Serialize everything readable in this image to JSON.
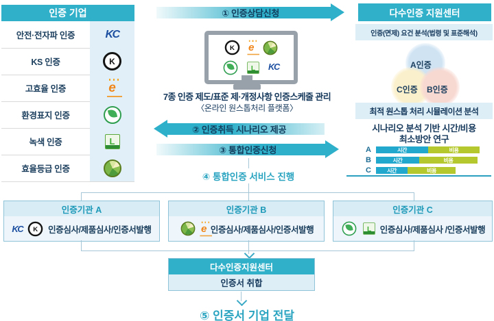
{
  "left_panel": {
    "title": "인증 기업",
    "rows": [
      {
        "label": "안전·전자파 인증",
        "icon": "kc-cert-icon"
      },
      {
        "label": "KS 인증",
        "icon": "ks-cert-icon"
      },
      {
        "label": "고효율 인증",
        "icon": "high-efficiency-cert-icon"
      },
      {
        "label": "환경표지 인증",
        "icon": "eco-label-cert-icon"
      },
      {
        "label": "녹색 인증",
        "icon": "green-cert-icon"
      },
      {
        "label": "효율등급 인증",
        "icon": "efficiency-grade-cert-icon"
      }
    ]
  },
  "center": {
    "arrow1_label": "① 인증상담신청",
    "monitor_caption_line1": "7종 인증 제도/표준 제·개정사항 인증스케줄 관리",
    "monitor_caption_line2": "〈온라인 원스톱처리 플랫폼〉",
    "arrow2_label": "② 인증취득 시나리오 제공",
    "arrow3_label": "③ 통합인증신청",
    "step4_label": "④ 통합인증 서비스 진행",
    "step5_label": "⑤ 인증서 기업 전달"
  },
  "right_panel": {
    "title": "다수인증 지원센터",
    "analysis_band1": "인증(면제) 요건 분석(법령 및 표준해석)",
    "venn": {
      "top": "A인증",
      "bottom_left": "C인증",
      "bottom_right": "B인증"
    },
    "analysis_band2": "최적 원스톱 처리 시뮬레이션 분석",
    "study_line1": "시나리오 분석 기반 시간/비용",
    "study_line2": "최소방안 연구"
  },
  "agencies": [
    {
      "title": "인증기관 A",
      "desc": "인증심사/제품심사/인증서발행"
    },
    {
      "title": "인증기관 B",
      "desc": "인증심사/제품심사/인증서발행"
    },
    {
      "title": "인증기관 C",
      "desc": "인증심사/제품심사 /인증서발행"
    }
  ],
  "collector": {
    "title": "다수인증지원센터",
    "body": "인증서 취합"
  },
  "icon_glyphs": {
    "kc": "KC",
    "ks": "K",
    "high_efficiency": "e",
    "green": "L"
  },
  "colors": {
    "teal": "#31b0ca",
    "teal_text": "#2aa4c0",
    "dark_text": "#16395c",
    "band_bg": "#ddeef7",
    "box_border": "#8fc3d8",
    "connector_line": "#a5c6d6",
    "venn_a": "#cfe3f3",
    "venn_b": "#f8d9d2",
    "venn_c": "#fbf0cc"
  },
  "chart_data": {
    "type": "bar",
    "orientation": "horizontal_stacked",
    "title": "시나리오 분석 기반 시간/비용 최소방안 연구",
    "categories": [
      "A",
      "B",
      "C"
    ],
    "series": [
      {
        "name": "시간",
        "values": [
          76,
          63,
          46
        ],
        "color": "#22a8cc"
      },
      {
        "name": "비용",
        "values": [
          75,
          85,
          70
        ],
        "color": "#b5c92e"
      }
    ],
    "value_unit": "px_bar_length",
    "legend_position": "labels_inside_bars",
    "axes": "none"
  }
}
